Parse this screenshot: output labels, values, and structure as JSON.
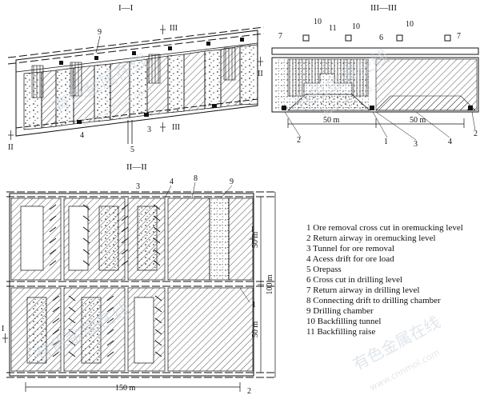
{
  "sections": {
    "s1": {
      "title": "I—I",
      "labels": [
        "9",
        "III",
        "II",
        "4",
        "3",
        "5",
        "III",
        "II"
      ]
    },
    "s3": {
      "title": "III—III",
      "labels": [
        "10",
        "11",
        "10",
        "10",
        "7",
        "6",
        "7",
        "2",
        "1",
        "3",
        "4",
        "2"
      ],
      "dim1": "50 m",
      "dim2": "50 m"
    },
    "s2": {
      "title": "II—II",
      "labels": [
        "3",
        "4",
        "8",
        "9",
        "I",
        "1",
        "I",
        "2"
      ],
      "dim_width": "150 m",
      "dim_top": "50 m",
      "dim_bottom": "50 m",
      "dim_total": "100 m"
    }
  },
  "legend": [
    "1 Ore removal cross cut in oremucking level",
    "2 Return airway in oremucking level",
    "3 Tunnel for ore removal",
    "4 Acess drift for ore load",
    "5 Orepass",
    "6 Cross cut in drilling level",
    "7 Return airway in drilling level",
    "8 Connecting drift to drilling chamber",
    "9 Drilling chamber",
    "10 Backfilling tunnel",
    "11 Backfilling raise"
  ],
  "watermarks": [
    "有色金属在线",
    "www.cnnmol.com"
  ]
}
